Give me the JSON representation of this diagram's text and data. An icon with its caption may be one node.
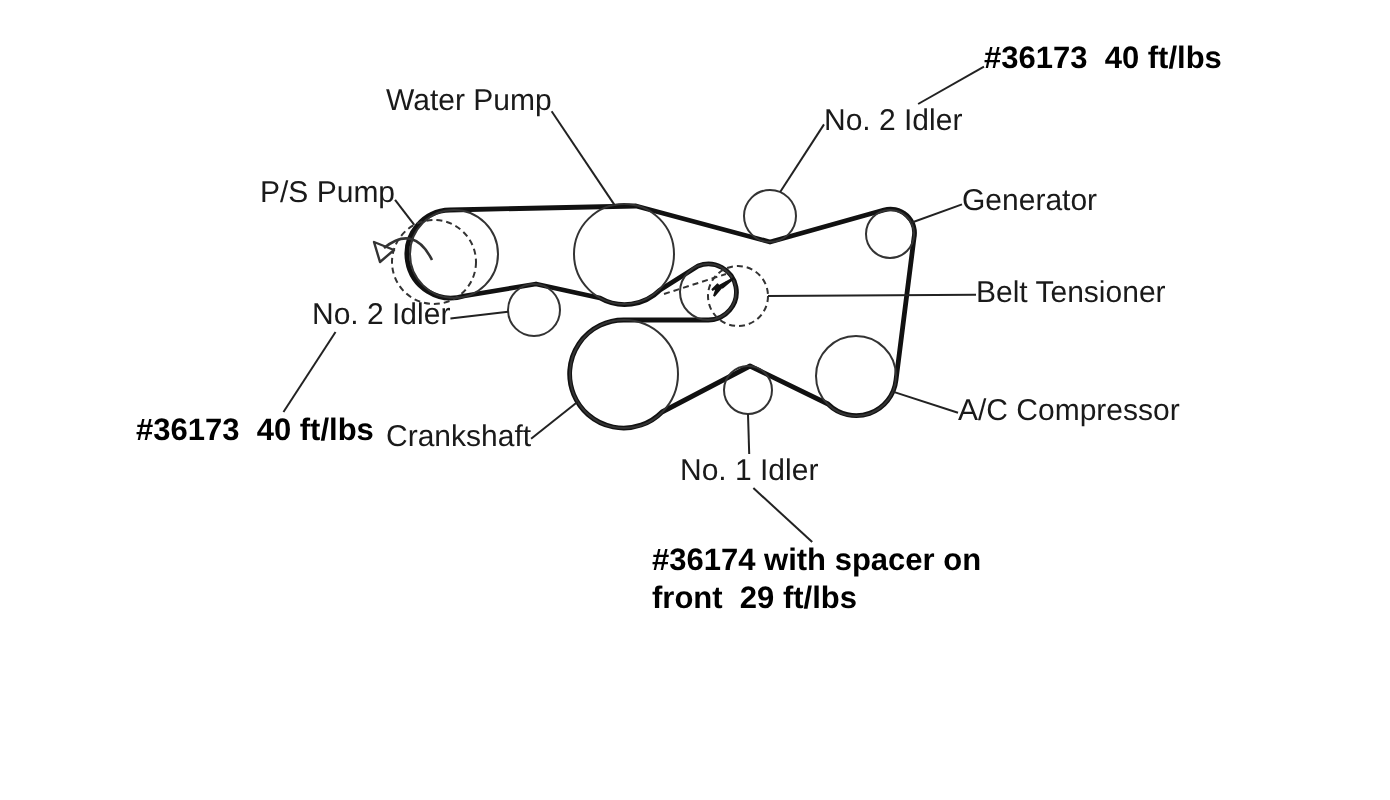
{
  "diagram": {
    "nodes": [
      {
        "text": [
          "#36173  40 ft/lbs"
        ]
      },
      {
        "text": [
          "Water Pump"
        ]
      },
      {
        "text": [],
        "shape": "circle"
      },
      {
        "text": [
          "No. 2 Idler"
        ]
      },
      {
        "text": [],
        "shape": "circle"
      },
      {
        "text": [
          "P/S Pump"
        ]
      },
      {
        "text": [],
        "shape": "circle"
      },
      {
        "text": [
          "Generator"
        ]
      },
      {
        "text": [],
        "shape": "circle"
      },
      {
        "text": [
          "Belt Tensioner"
        ]
      },
      {
        "text": [],
        "shape": "circle"
      },
      {
        "text": [
          "No. 2 Idler"
        ]
      },
      {
        "text": [],
        "shape": "circle"
      },
      {
        "text": [
          "A/C Compressor"
        ]
      },
      {
        "text": [],
        "shape": "circle"
      },
      {
        "text": [
          "#36173  40 ft/lbs"
        ]
      },
      {
        "text": [
          "Crankshaft"
        ]
      },
      {
        "text": [],
        "shape": "circle"
      },
      {
        "text": [
          "No. 1 Idler"
        ]
      },
      {
        "text": [],
        "shape": "circle"
      },
      {
        "text": [
          "#36174 with spacer on front  29 ft/lbs"
        ]
      }
    ],
    "edges": [
      {
        "from": 0,
        "to": 3,
        "arrow": "none"
      },
      {
        "from": 1,
        "to": 2,
        "arrow": "none"
      },
      {
        "from": 3,
        "to": 4,
        "arrow": "none"
      },
      {
        "from": 5,
        "to": 6,
        "arrow": "none"
      },
      {
        "from": 7,
        "to": 8,
        "arrow": "none"
      },
      {
        "from": 9,
        "to": 10,
        "arrow": "none"
      },
      {
        "from": 11,
        "to": 12,
        "arrow": "none"
      },
      {
        "from": 13,
        "to": 14,
        "arrow": "none"
      },
      {
        "from": 15,
        "to": 11,
        "arrow": "none"
      },
      {
        "from": 16,
        "to": 17,
        "arrow": "none"
      },
      {
        "from": 18,
        "to": 19,
        "arrow": "none"
      },
      {
        "from": 20,
        "to": 18,
        "arrow": "none"
      }
    ]
  }
}
